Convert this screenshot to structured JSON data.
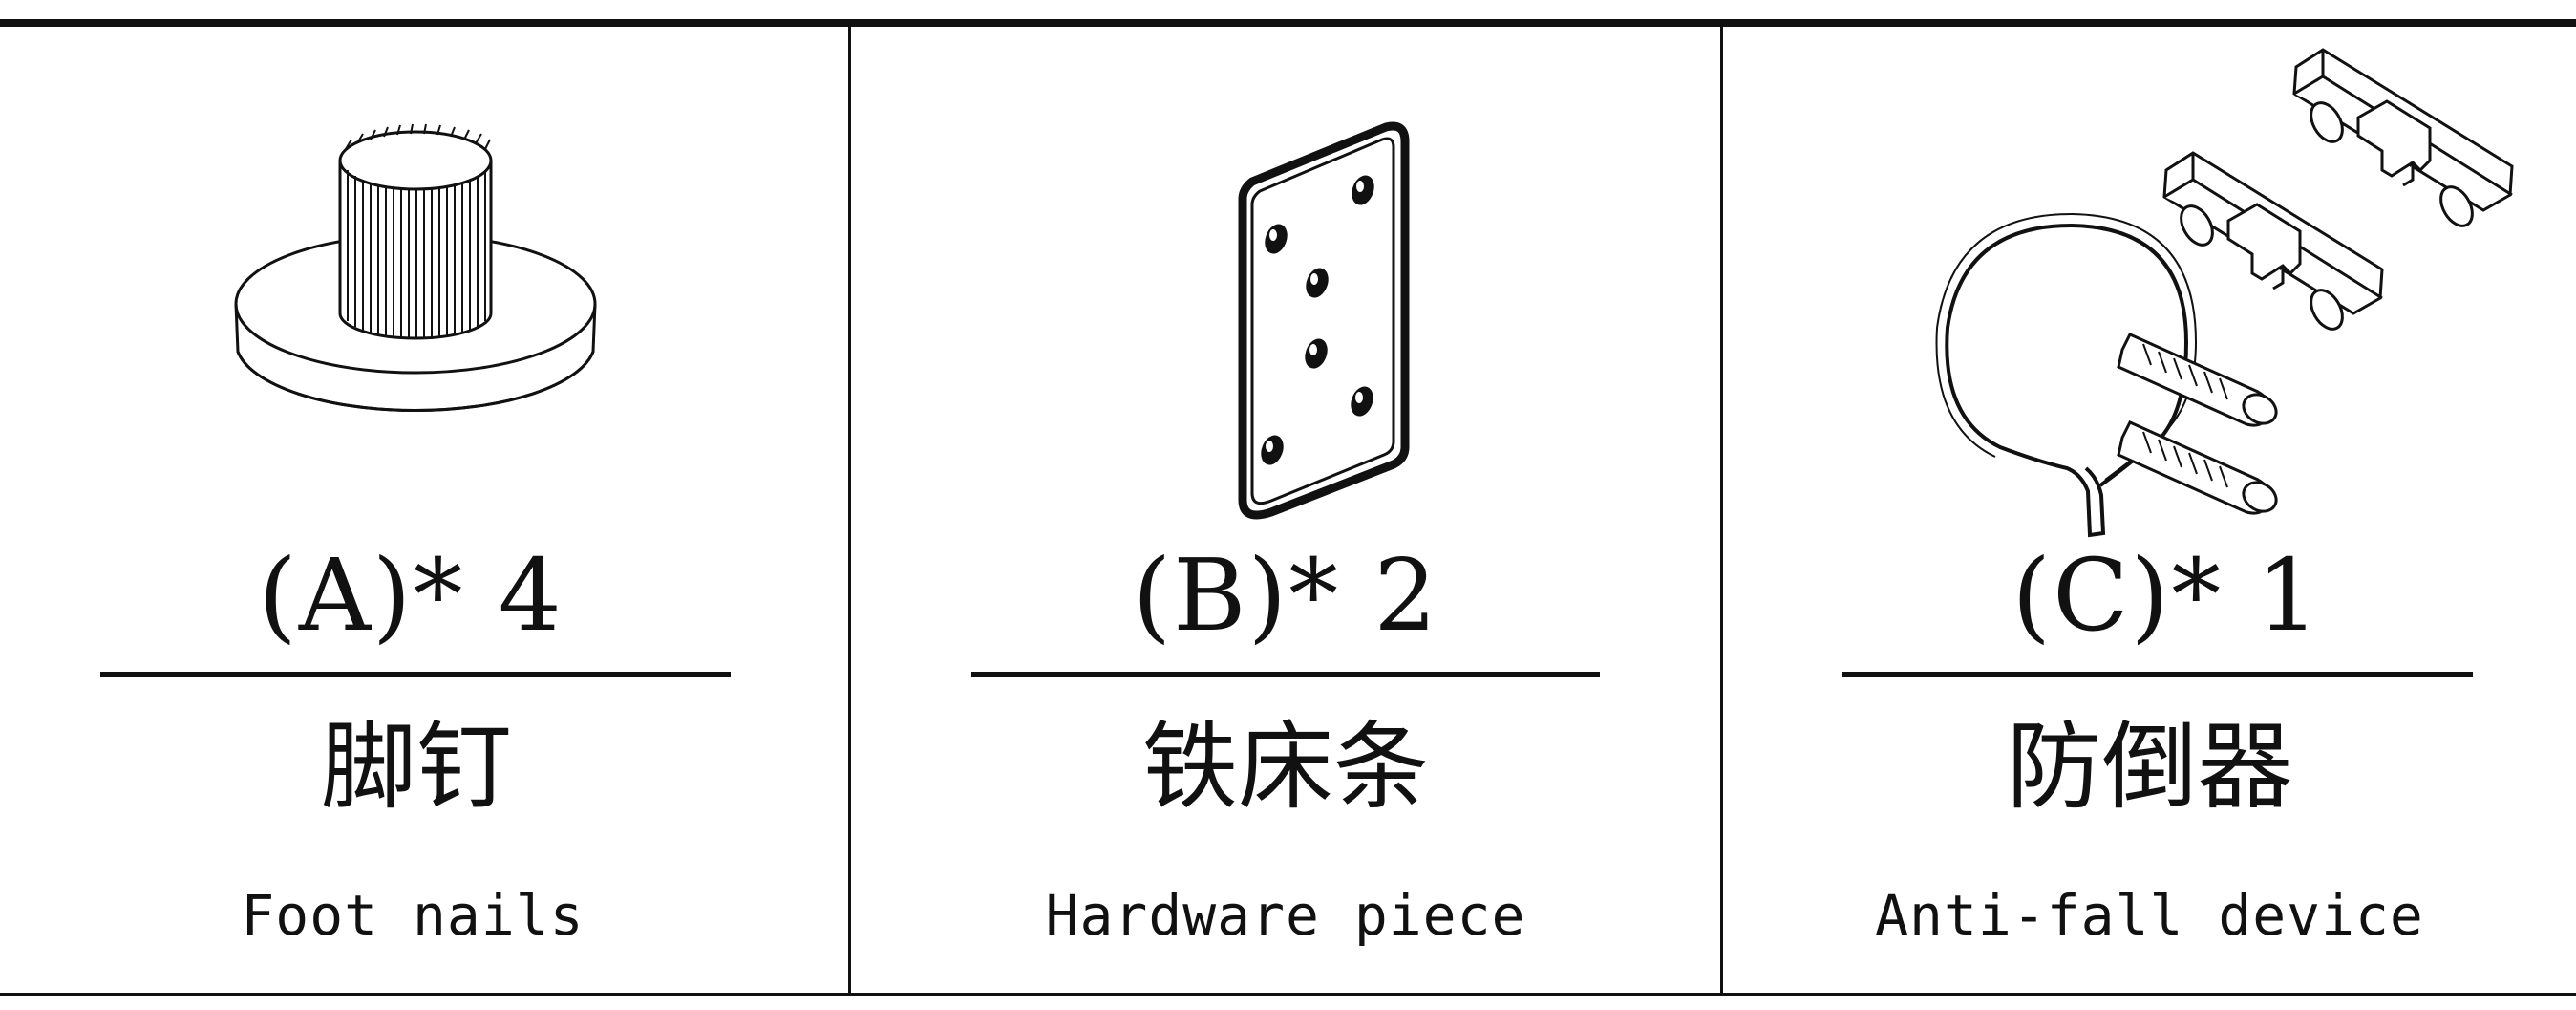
{
  "parts": [
    {
      "quantity_label": "(A)* 4",
      "name_cn": "脚钉",
      "name_en": "Foot nails",
      "icon": "foot-nail-icon"
    },
    {
      "quantity_label": "(B)* 2",
      "name_cn": "铁床条",
      "name_en": "Hardware piece",
      "icon": "hardware-plate-icon"
    },
    {
      "quantity_label": "(C)* 1",
      "name_cn": "防倒器",
      "name_en": "Anti-fall device",
      "icon": "anti-fall-device-icon"
    }
  ],
  "colors": {
    "ink": "#111111",
    "paper": "#ffffff"
  }
}
